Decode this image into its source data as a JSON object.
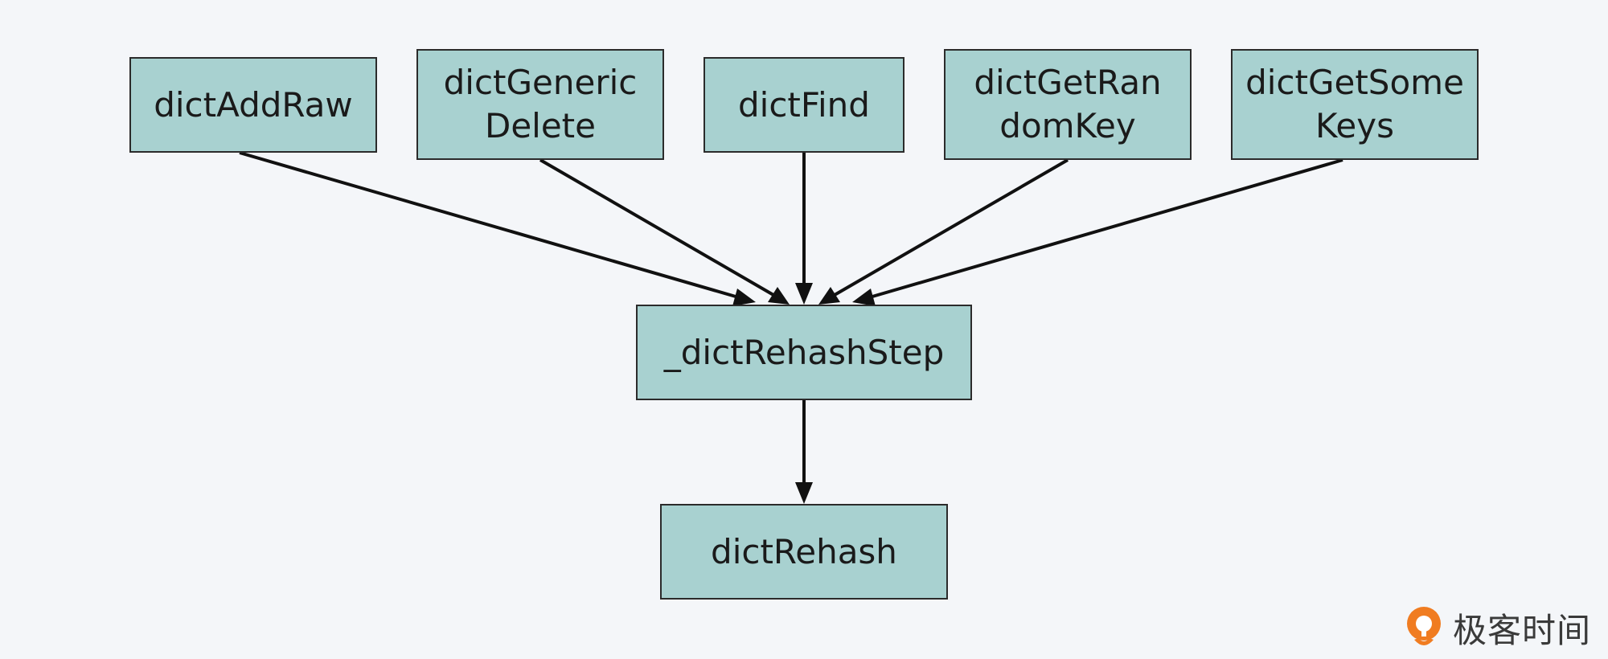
{
  "nodes": {
    "dict_add_raw": "dictAddRaw",
    "dict_generic_delete": "dictGeneric\nDelete",
    "dict_find": "dictFind",
    "dict_get_random_key": "dictGetRan\ndomKey",
    "dict_get_some_keys": "dictGetSome\nKeys",
    "dict_rehash_step": "_dictRehashStep",
    "dict_rehash": "dictRehash"
  },
  "edges": [
    {
      "from": "dictAddRaw",
      "to": "_dictRehashStep"
    },
    {
      "from": "dictGenericDelete",
      "to": "_dictRehashStep"
    },
    {
      "from": "dictFind",
      "to": "_dictRehashStep"
    },
    {
      "from": "dictGetRandomKey",
      "to": "_dictRehashStep"
    },
    {
      "from": "dictGetSomeKeys",
      "to": "_dictRehashStep"
    },
    {
      "from": "_dictRehashStep",
      "to": "dictRehash"
    }
  ],
  "colors": {
    "node_fill": "#a8d1d0",
    "node_border": "#2b2b2b",
    "edge": "#111111",
    "background": "#f4f6f9",
    "logo_accent": "#f07c21"
  },
  "logo": {
    "text": "极客时间",
    "icon": "geektime-logo-icon"
  }
}
